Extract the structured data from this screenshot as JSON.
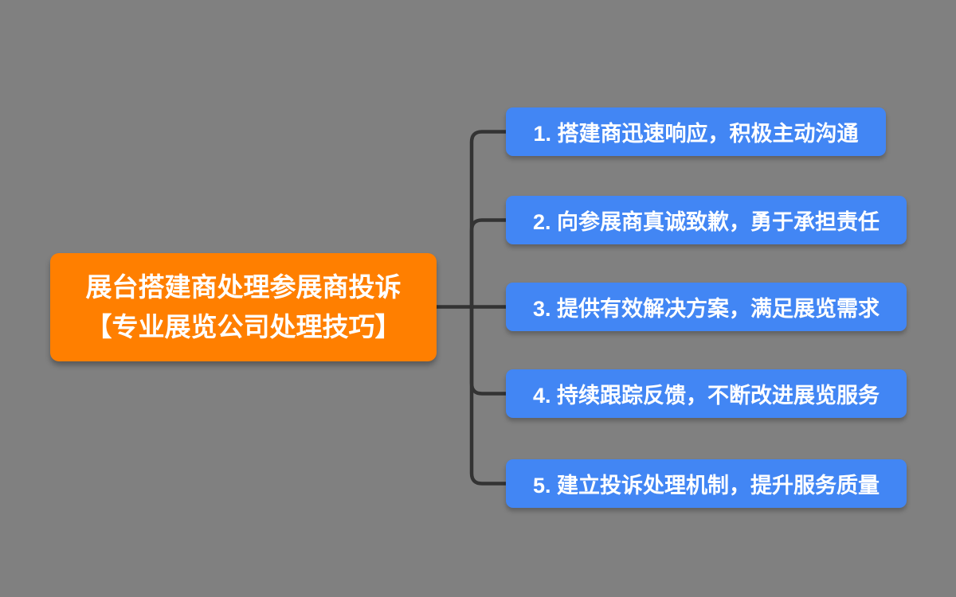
{
  "colors": {
    "background": "#808080",
    "root_fill": "#FF7F00",
    "branch_fill": "#4286F4",
    "connector": "#333333",
    "text": "#FFFFFF"
  },
  "mindmap": {
    "root": {
      "line1": "展台搭建商处理参展商投诉",
      "line2": "【专业展览公司处理技巧】"
    },
    "branches": [
      {
        "label": "1. 搭建商迅速响应，积极主动沟通"
      },
      {
        "label": "2. 向参展商真诚致歉，勇于承担责任"
      },
      {
        "label": "3. 提供有效解决方案，满足展览需求"
      },
      {
        "label": "4. 持续跟踪反馈，不断改进展览服务"
      },
      {
        "label": "5. 建立投诉处理机制，提升服务质量"
      }
    ]
  }
}
